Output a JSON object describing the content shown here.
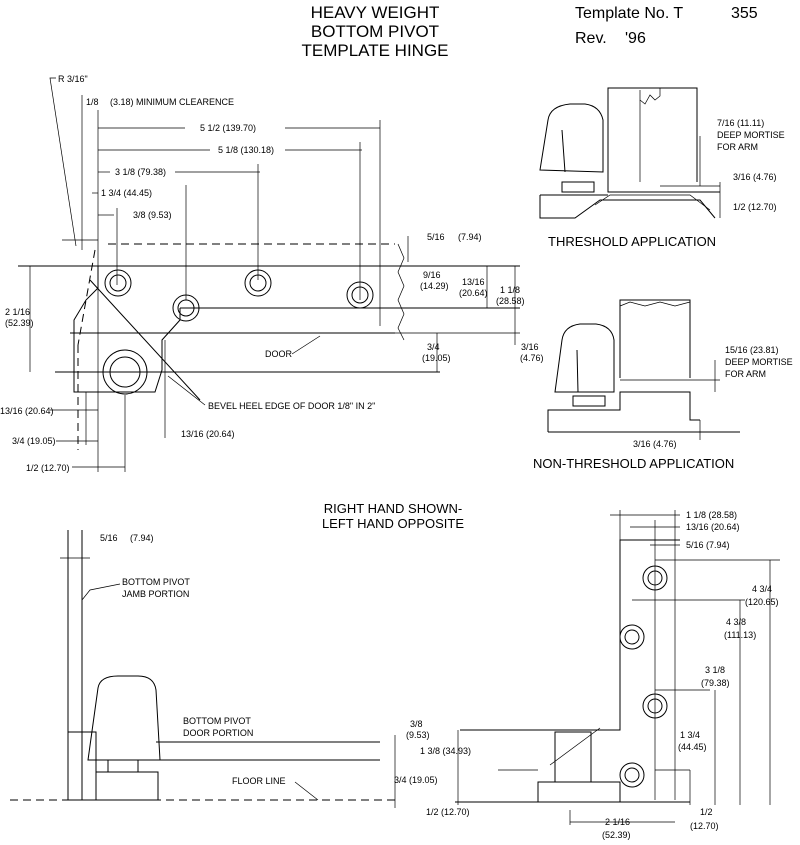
{
  "header": {
    "title_lines": [
      "HEAVY WEIGHT",
      "BOTTOM PIVOT",
      "TEMPLATE HINGE"
    ],
    "template_label": "Template No. T",
    "template_number": "355",
    "revision_label": "Rev.",
    "revision_value": "'96"
  },
  "plan_view": {
    "radius_label": "R 3/16\"",
    "clearance_frac": "1/8",
    "clearance_text": "(3.18) MINIMUM CLEARENCE",
    "dims": {
      "d_5_1_2": "5 1/2 (139.70)",
      "d_5_1_8": "5 1/8 (130.18)",
      "d_3_1_8": "3 1/8 (79.38)",
      "d_1_3_4": "1 3/4 (44.45)",
      "d_3_8": "3/8 (9.53)",
      "d_5_16_frac": "5/16",
      "d_5_16_mm": "(7.94)",
      "d_9_16_frac": "9/16",
      "d_9_16_mm": "(14.29)",
      "d_13_16_frac": "13/16",
      "d_13_16_mm": "(20.64)",
      "d_1_1_8_frac": "1 1/8",
      "d_1_1_8_mm": "(28.58)",
      "d_2_1_16_frac": "2 1/16",
      "d_2_1_16_mm": "(52.39)",
      "d_3_4_frac": "3/4",
      "d_3_4_mm": "(19.05)",
      "d_3_16_frac": "3/16",
      "d_3_16_mm": "(4.76)",
      "d_13_16_left": "13/16 (20.64)",
      "d_3_4_left": "3/4 (19.05)",
      "d_1_2_left": "1/2 (12.70)",
      "d_13_16_bottom": "13/16 (20.64)"
    },
    "door_label": "DOOR",
    "bevel_note": "BEVEL HEEL EDGE OF DOOR 1/8\" IN 2\""
  },
  "threshold_view": {
    "note_line1": "7/16 (11.11)",
    "note_line2": "DEEP  MORTISE",
    "note_line3": "FOR ARM",
    "dim_a": "3/16 (4.76)",
    "dim_b": "1/2 (12.70)",
    "caption": "THRESHOLD APPLICATION"
  },
  "non_threshold_view": {
    "note_line1": "15/16 (23.81)",
    "note_line2": "DEEP  MORTISE",
    "note_line3": "FOR ARM",
    "dim_a": "3/16 (4.76)",
    "caption": "NON-THRESHOLD APPLICATION"
  },
  "hand_note": {
    "line1": "RIGHT HAND SHOWN-",
    "line2": "LEFT HAND OPPOSITE"
  },
  "elevation_view": {
    "jamb_dim_frac": "5/16",
    "jamb_dim_mm": "(7.94)",
    "jamb_label_line1": "BOTTOM PIVOT",
    "jamb_label_line2": "JAMB PORTION",
    "door_label_line1": "BOTTOM PIVOT",
    "door_label_line2": "DOOR PORTION",
    "floor_label": "FLOOR LINE",
    "dim_3_8_frac": "3/8",
    "dim_3_8_mm": "(9.53)",
    "dim_3_4": "3/4 (19.05)",
    "dim_1_3_8": "1 3/8 (34.93)",
    "dim_1_2": "1/2 (12.70)"
  },
  "jamb_view": {
    "d_1_1_8": "1 1/8 (28.58)",
    "d_13_16": "13/16 (20.64)",
    "d_5_16": "5/16 (7.94)",
    "d_4_3_4_frac": "4 3/4",
    "d_4_3_4_mm": "(120.65)",
    "d_4_3_8_frac": "4 3/8",
    "d_4_3_8_mm": "(111.13)",
    "d_3_1_8_frac": "3 1/8",
    "d_3_1_8_mm": "(79.38)",
    "d_1_3_4_frac": "1 3/4",
    "d_1_3_4_mm": "(44.45)",
    "d_1_2_frac": "1/2",
    "d_1_2_mm": "(12.70)",
    "d_2_1_16_frac": "2 1/16",
    "d_2_1_16_mm": "(52.39)"
  }
}
